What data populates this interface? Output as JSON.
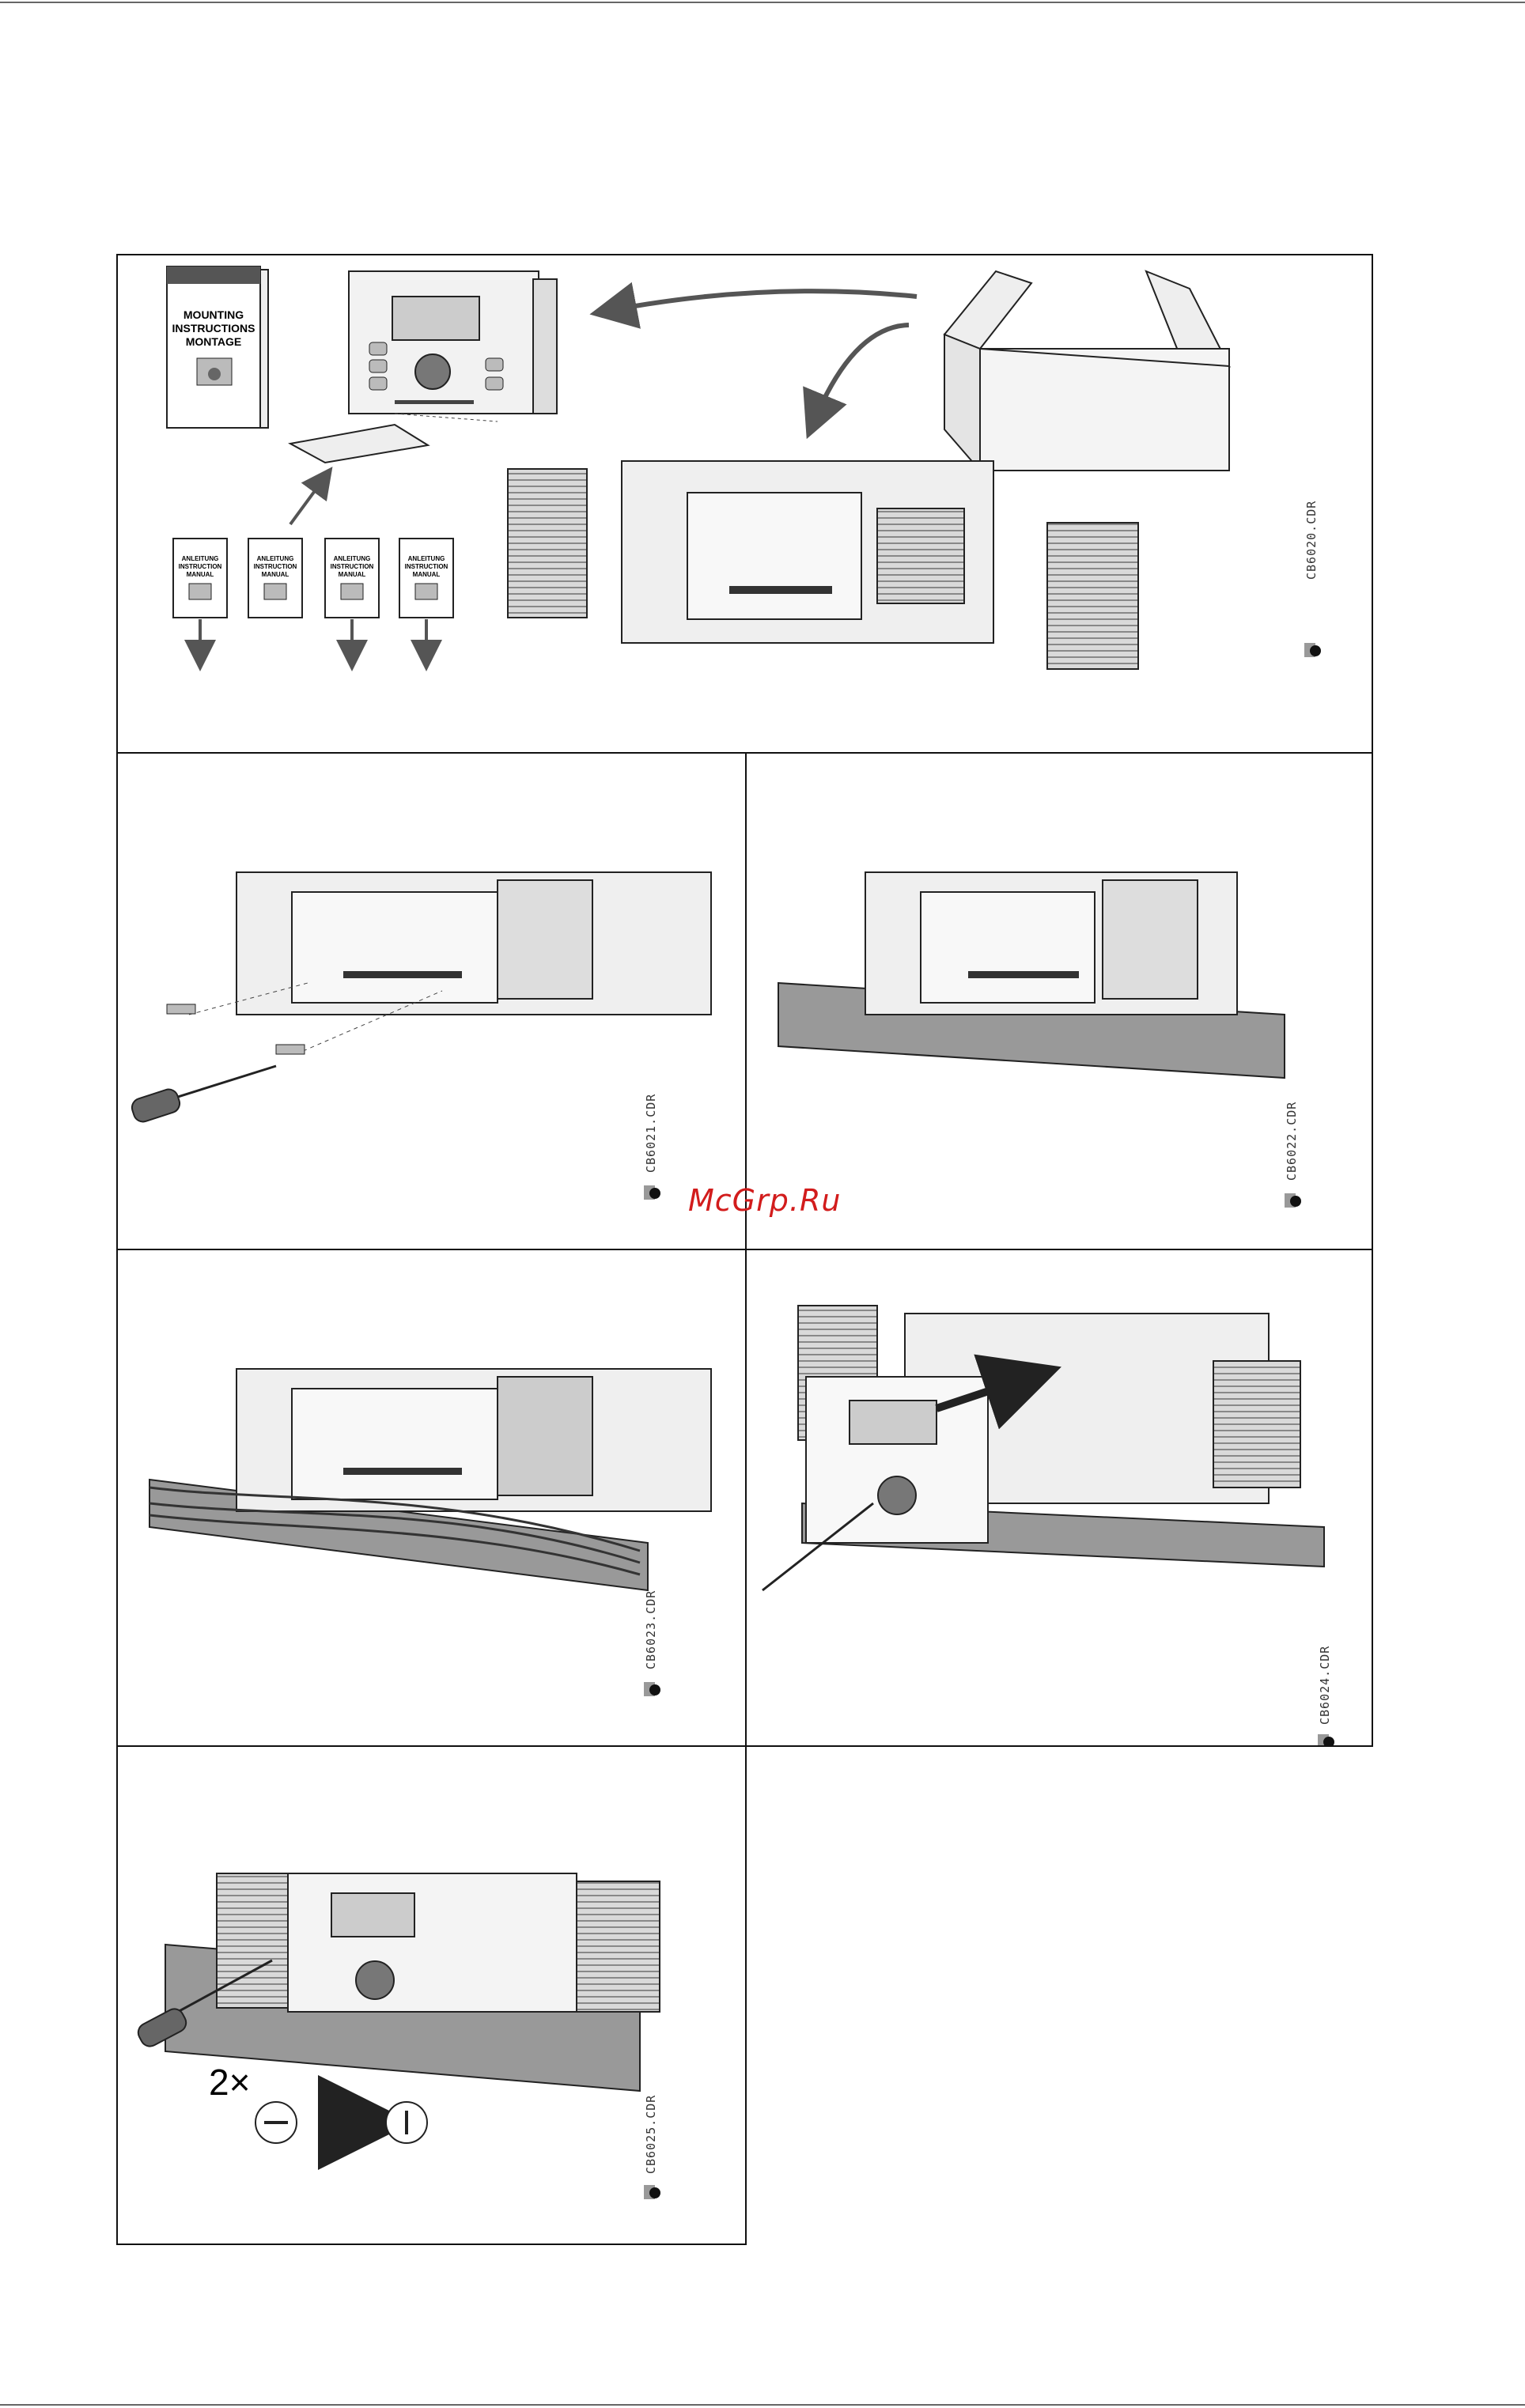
{
  "watermark": "McGrp.Ru",
  "mounting_booklet": {
    "line1": "MOUNTING",
    "line2": "INSTRUCTIONS",
    "line3": "MONTAGE"
  },
  "small_booklet": {
    "line1": "ANLEITUNG",
    "line2": "INSTRUCTION",
    "line3": "MANUAL"
  },
  "step5_multiplier": "2×",
  "figures": [
    {
      "file": "CB6020.CDR"
    },
    {
      "file": "CB6021.CDR"
    },
    {
      "file": "CB6022.CDR"
    },
    {
      "file": "CB6023.CDR"
    },
    {
      "file": "CB6024.CDR"
    },
    {
      "file": "CB6025.CDR"
    }
  ]
}
